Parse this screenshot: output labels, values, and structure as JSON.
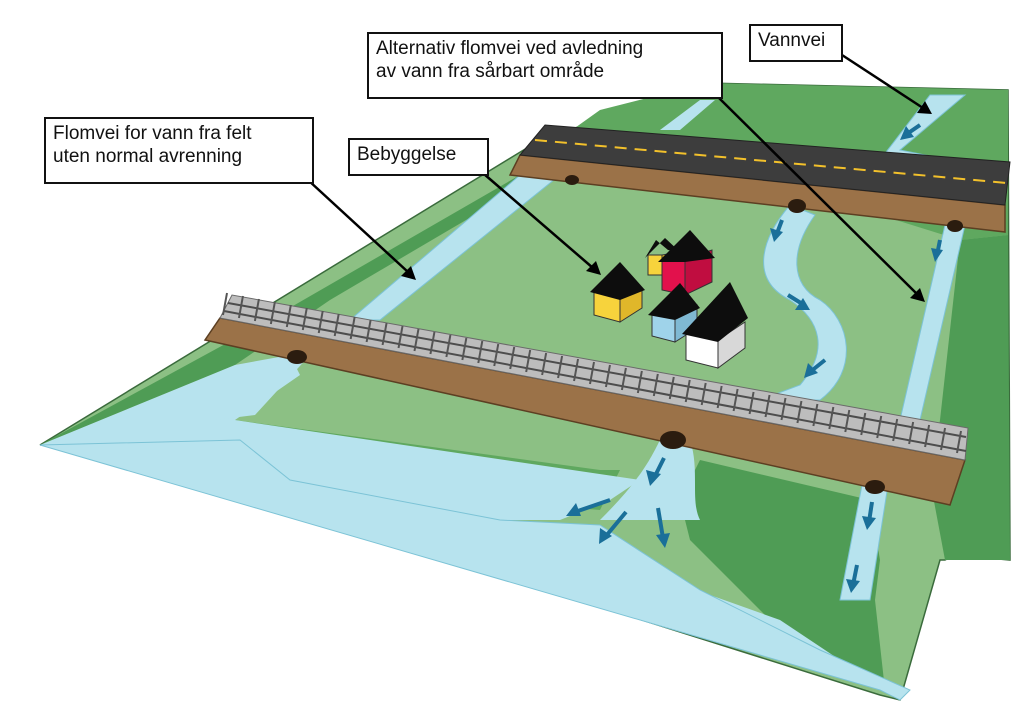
{
  "callouts": {
    "alternativ_flomvei": [
      "Alternativ flomvei ved avledning",
      "av vann fra sårbart område"
    ],
    "vannvei": "Vannvei",
    "flomvei_felt": [
      "Flomvei for vann fra felt",
      "uten normal avrenning"
    ],
    "bebyggelse": "Bebyggelse"
  },
  "colors": {
    "grass": "#8cc084",
    "grass_dark": "#4f9c55",
    "water": "#b7e3ee",
    "water_edge": "#7cc3d6",
    "embankment": "#9b7248",
    "road": "#3d3d3d",
    "rail_bed": "#bdbdbd",
    "arrow": "#1a6f99",
    "house_yellow": "#f7d33c",
    "house_red": "#e2114c",
    "house_blue": "#9fd3ea",
    "house_white": "#ffffff",
    "roof": "#0d0d0d"
  }
}
